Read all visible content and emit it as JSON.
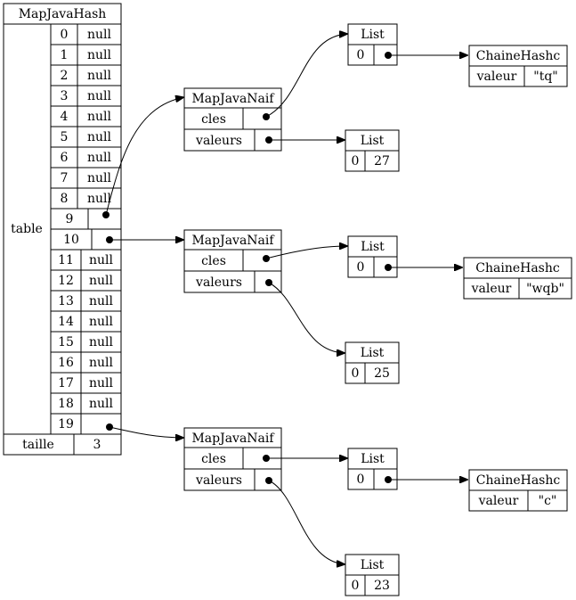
{
  "hash": {
    "title": "MapJavaHash",
    "table_label": "table",
    "rows": [
      {
        "index": "0",
        "value": "null"
      },
      {
        "index": "1",
        "value": "null"
      },
      {
        "index": "2",
        "value": "null"
      },
      {
        "index": "3",
        "value": "null"
      },
      {
        "index": "4",
        "value": "null"
      },
      {
        "index": "5",
        "value": "null"
      },
      {
        "index": "6",
        "value": "null"
      },
      {
        "index": "7",
        "value": "null"
      },
      {
        "index": "8",
        "value": "null"
      },
      {
        "index": "9",
        "value": ""
      },
      {
        "index": "10",
        "value": ""
      },
      {
        "index": "11",
        "value": "null"
      },
      {
        "index": "12",
        "value": "null"
      },
      {
        "index": "13",
        "value": "null"
      },
      {
        "index": "14",
        "value": "null"
      },
      {
        "index": "15",
        "value": "null"
      },
      {
        "index": "16",
        "value": "null"
      },
      {
        "index": "17",
        "value": "null"
      },
      {
        "index": "18",
        "value": "null"
      },
      {
        "index": "19",
        "value": ""
      }
    ],
    "taille_label": "taille",
    "taille_value": "3"
  },
  "naif": [
    {
      "title": "MapJavaNaif",
      "cles_label": "cles",
      "valeurs_label": "valeurs"
    },
    {
      "title": "MapJavaNaif",
      "cles_label": "cles",
      "valeurs_label": "valeurs"
    },
    {
      "title": "MapJavaNaif",
      "cles_label": "cles",
      "valeurs_label": "valeurs"
    }
  ],
  "cles_lists": [
    {
      "title": "List",
      "index": "0"
    },
    {
      "title": "List",
      "index": "0"
    },
    {
      "title": "List",
      "index": "0"
    }
  ],
  "valeurs_lists": [
    {
      "title": "List",
      "index": "0",
      "value": "27"
    },
    {
      "title": "List",
      "index": "0",
      "value": "25"
    },
    {
      "title": "List",
      "index": "0",
      "value": "23"
    }
  ],
  "chaines": [
    {
      "title": "ChaineHashc",
      "label": "valeur",
      "value": "\"tq\""
    },
    {
      "title": "ChaineHashc",
      "label": "valeur",
      "value": "\"wqb\""
    },
    {
      "title": "ChaineHashc",
      "label": "valeur",
      "value": "\"c\""
    }
  ]
}
